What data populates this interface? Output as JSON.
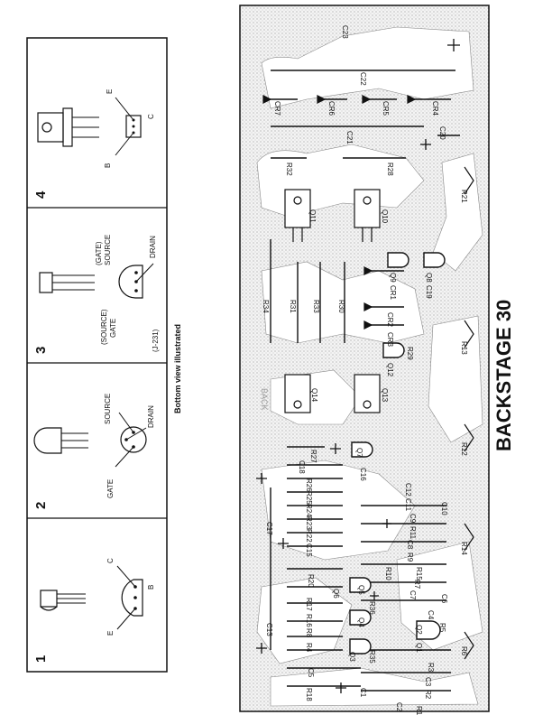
{
  "legend": {
    "panels": [
      {
        "number": "1",
        "pins": {
          "e": "E",
          "c": "C",
          "b": "B"
        }
      },
      {
        "number": "2",
        "pins": {
          "gate": "GATE",
          "source": "SOURCE",
          "drain": "DRAIN"
        }
      },
      {
        "number": "3",
        "pins": {
          "gate_source": "(SOURCE)",
          "gate_gate": "GATE",
          "src_gate": "(GATE)",
          "src_src": "SOURCE",
          "drain": "DRAIN",
          "part": "(J-231)"
        }
      },
      {
        "number": "4",
        "pins": {
          "e": "E",
          "c": "C",
          "b": "B"
        }
      }
    ],
    "caption": "Bottom view illustrated"
  },
  "board": {
    "title": "BACKSTAGE 30",
    "faint_text": "BACK",
    "components": {
      "top": [
        "C23",
        "C22",
        "CR7",
        "CR6",
        "CR5",
        "CR4",
        "C21",
        "C20",
        "R32",
        "R28",
        "R21"
      ],
      "middle": [
        "Q11",
        "Q10",
        "Q9",
        "Q8",
        "CR1",
        "C19",
        "R34",
        "R31",
        "R33",
        "R30",
        "CR2",
        "CR3",
        "R29",
        "Q12",
        "R13",
        "Q14",
        "Q13"
      ],
      "lower": [
        "R27",
        "Q7",
        "C18",
        "C16",
        "R26",
        "R25",
        "R24",
        "R23",
        "R22",
        "C15",
        "C17",
        "C12",
        "C11",
        "C10",
        "C9",
        "R11",
        "C8",
        "R9",
        "R14",
        "R12",
        "R20",
        "Q6",
        "Q5",
        "R36",
        "C7",
        "C6",
        "R10",
        "R15",
        "R7",
        "R17",
        "R16",
        "C13",
        "R8",
        "Q4",
        "R4",
        "Q3",
        "R35",
        "Q2",
        "Q1",
        "R5",
        "C4",
        "R3",
        "R6",
        "C5",
        "C3",
        "R18",
        "C1",
        "C2",
        "R2",
        "R1"
      ]
    }
  }
}
